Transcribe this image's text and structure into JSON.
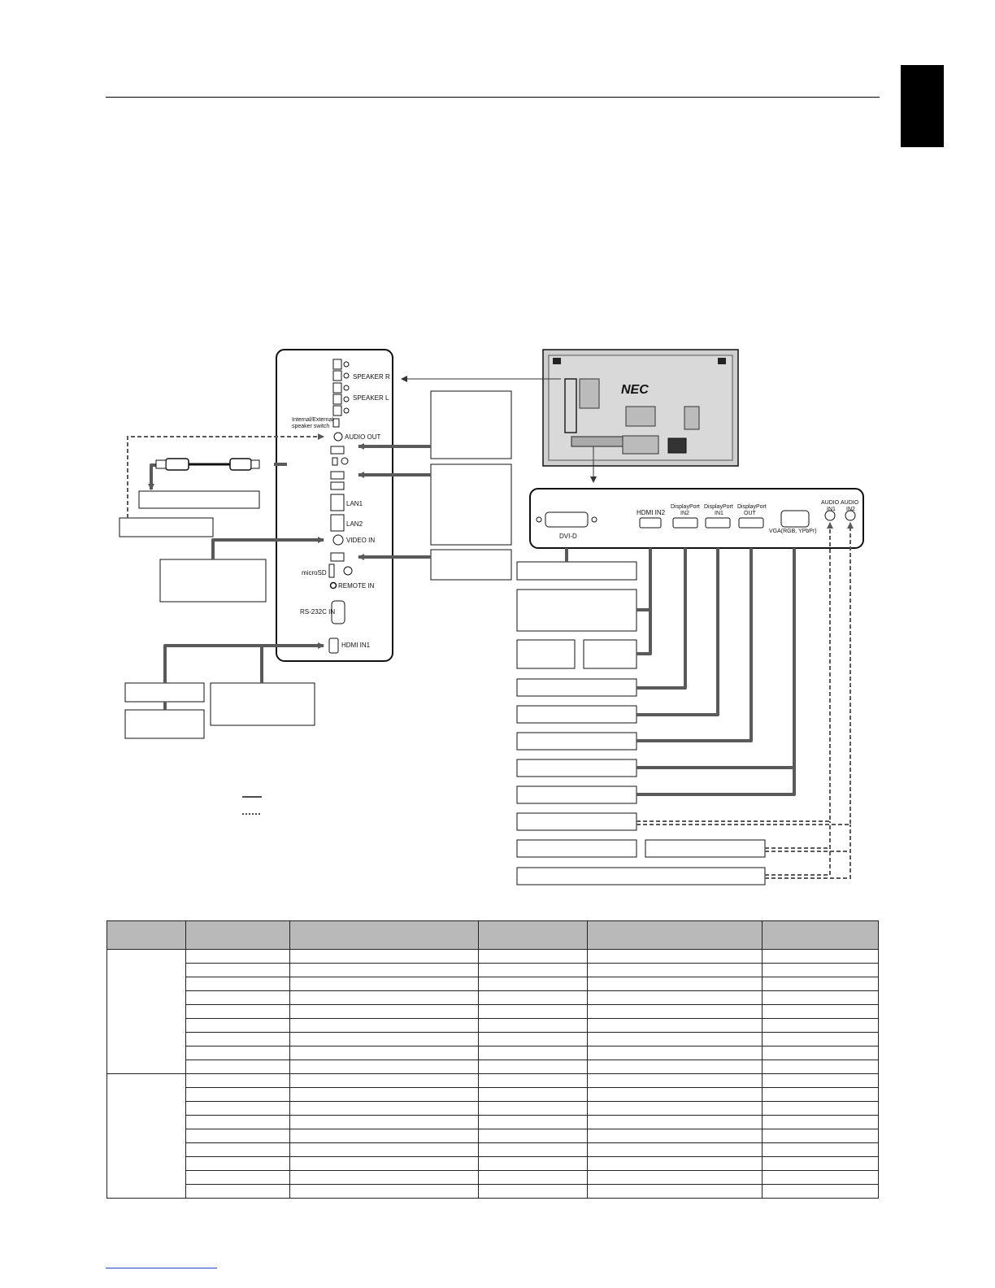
{
  "rear_panel": {
    "speaker_r": "SPEAKER R",
    "speaker_l": "SPEAKER L",
    "speaker_switch_line1": "Internal/External",
    "speaker_switch_line2": "speaker switch",
    "audio_out": "AUDIO OUT",
    "lan1": "LAN1",
    "lan2": "LAN2",
    "video_in": "VIDEO IN",
    "microsd": "microSD",
    "remote_in": "REMOTE IN",
    "rs232c_in": "RS-232C IN",
    "hdmi_in1": "HDMI IN1"
  },
  "monitor": {
    "brand": "NEC"
  },
  "bottom_panel": {
    "dvi_d": "DVI-D",
    "hdmi_in2": "HDMI IN2",
    "dp_in2_line1": "DisplayPort",
    "dp_in2_line2": "IN2",
    "dp_in1_line1": "DisplayPort",
    "dp_in1_line2": "IN1",
    "dp_out_line1": "DisplayPort",
    "dp_out_line2": "OUT",
    "vga": "VGA(RGB, YPbPr)",
    "audio_in1_line1": "AUDIO",
    "audio_in1_line2": "IN1",
    "audio_in2_line1": "AUDIO",
    "audio_in2_line2": "IN2"
  },
  "colors": {
    "cable": "#5a5a5a",
    "tab": "#000000",
    "table_header": "#b9b9b9"
  }
}
